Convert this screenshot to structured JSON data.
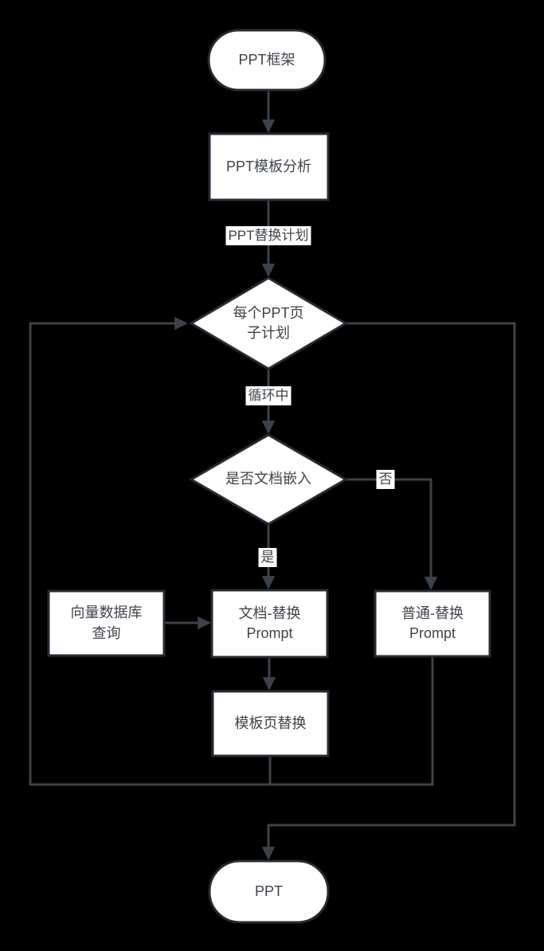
{
  "nodes": {
    "start": {
      "label": "PPT框架",
      "type": "terminal"
    },
    "template_analysis": {
      "label": "PPT模板分析",
      "type": "process"
    },
    "page_plan_decision": {
      "label": "每个PPT页\n子计划",
      "type": "decision"
    },
    "doc_embed_decision": {
      "label": "是否文档嵌入",
      "type": "decision"
    },
    "vector_db_query": {
      "label": "向量数据库\n查询",
      "type": "process"
    },
    "doc_replace_prompt": {
      "label": "文档-替换\nPrompt",
      "type": "process"
    },
    "normal_replace_prompt": {
      "label": "普通-替换\nPrompt",
      "type": "process"
    },
    "template_page_replace": {
      "label": "模板页替换",
      "type": "process"
    },
    "end": {
      "label": "PPT",
      "type": "terminal"
    }
  },
  "edge_labels": {
    "replace_plan": "PPT替换计划",
    "looping": "循环中",
    "yes": "是",
    "no": "否"
  },
  "colors": {
    "background": "#000000",
    "node_fill": "#ffffff",
    "node_border": "#262b33",
    "connector": "#3d4248",
    "text": "#3f444a"
  }
}
